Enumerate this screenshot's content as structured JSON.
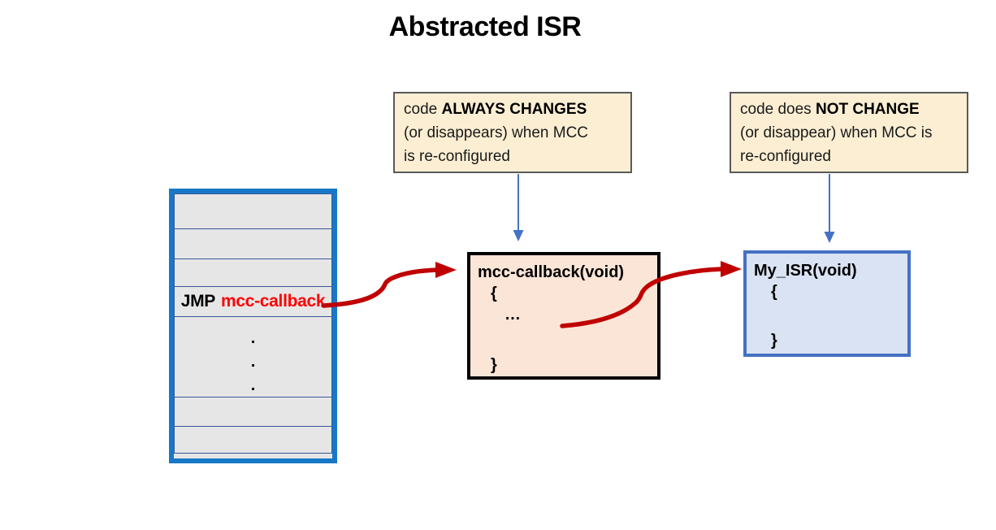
{
  "title": "Abstracted ISR",
  "callouts": {
    "left": {
      "line1_normal": "code ",
      "line1_bold": "ALWAYS CHANGES",
      "line2": "(or disappears) when MCC",
      "line3": "is re-configured"
    },
    "right": {
      "line1_normal": "code does ",
      "line1_bold": "NOT CHANGE",
      "line2": "(or disappear) when MCC is",
      "line3": "re-configured"
    }
  },
  "vector_table": {
    "jmp_instruction": "JMP",
    "jmp_target": "mcc-callback",
    "dot": "."
  },
  "mcc_box": {
    "title": "mcc-callback(void)",
    "open_brace": "{",
    "body": "…",
    "close_brace": "}"
  },
  "isr_box": {
    "title": "My_ISR(void)",
    "open_brace": "{",
    "close_brace": "}"
  },
  "colors": {
    "table_border_blue": "#1878C8",
    "table_fill_gray": "#E7E6E6",
    "table_row_line": "#3A5795",
    "jmp_target_red": "#FF0000",
    "arrow_dark_red": "#C00000",
    "callout_fill": "#FBEED3",
    "callout_border": "#595959",
    "mcc_box_fill": "#FBE5D6",
    "mcc_box_border": "#000000",
    "isr_box_fill": "#DAE3F3",
    "isr_box_border": "#4472C4",
    "connector_blue": "#4472C4"
  }
}
